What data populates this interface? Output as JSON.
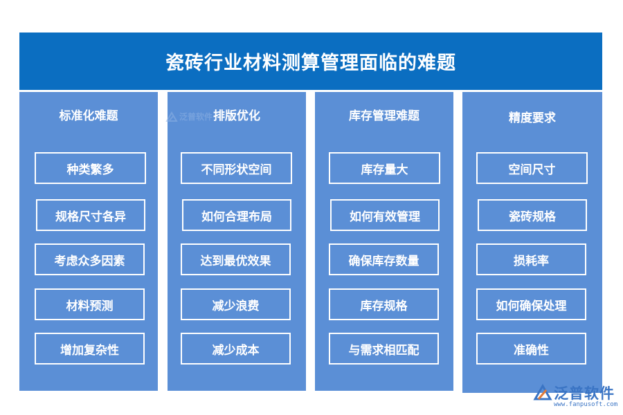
{
  "title": "瓷砖行业材料测算管理面临的难题",
  "columns": [
    {
      "title": "标准化难题",
      "items": [
        "种类繁多",
        "规格尺寸各异",
        "考虑众多因素",
        "材料预测",
        "增加复杂性"
      ]
    },
    {
      "title": "排版优化",
      "items": [
        "不同形状空间",
        "如何合理布局",
        "达到最优效果",
        "减少浪费",
        "减少成本"
      ]
    },
    {
      "title": "库存管理难题",
      "items": [
        "库存量大",
        "如何有效管理",
        "确保库存数量",
        "库存规格",
        "与需求相匹配"
      ]
    },
    {
      "title": "精度要求",
      "items": [
        "空间尺寸",
        "瓷砖规格",
        "损耗率",
        "如何确保处理",
        "准确性"
      ]
    }
  ],
  "watermark": {
    "text": "泛普软件",
    "icon": "fanpu-logo-icon"
  },
  "logo": {
    "name": "泛普软件",
    "url": "www.fanpusoft.com",
    "icon": "fanpu-logo-icon"
  },
  "colors": {
    "header": "#0b6ec1",
    "column": "#5b8fd6",
    "text": "#ffffff",
    "logo": "#3a74c4"
  }
}
